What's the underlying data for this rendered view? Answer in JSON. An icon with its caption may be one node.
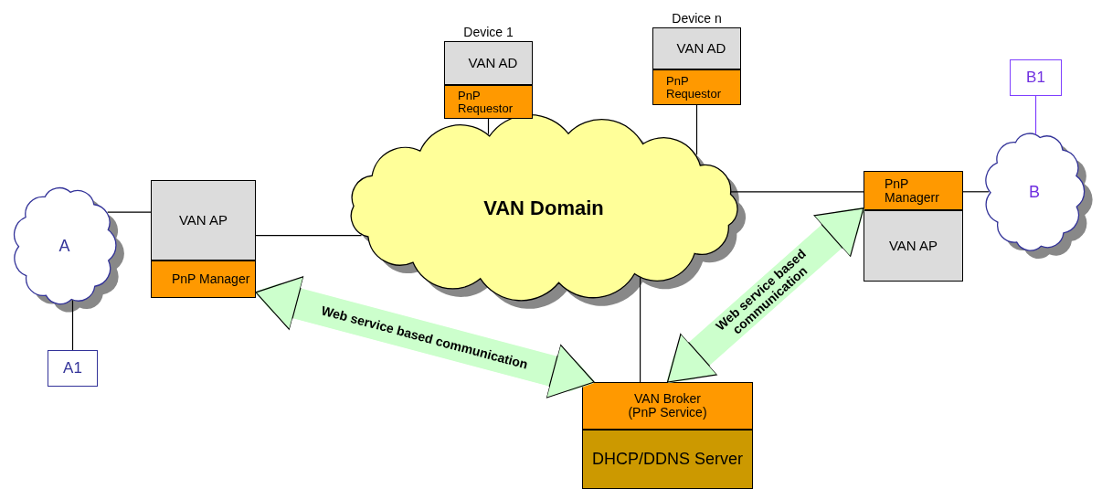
{
  "diagram": {
    "nodes": [
      {
        "text": [
          "A"
        ]
      },
      {
        "text": [
          "A1"
        ]
      },
      {
        "text": [
          "VAN AP"
        ]
      },
      {
        "text": [
          "PnP Manager"
        ]
      },
      {
        "text": [
          "VAN Domain"
        ]
      },
      {
        "text": [
          "VAN AD"
        ],
        "beside": [
          "Device 1"
        ]
      },
      {
        "text": [
          "PnP Requestor"
        ]
      },
      {
        "text": [
          "VAN AD"
        ],
        "beside": [
          "Device n"
        ]
      },
      {
        "text": [
          "PnP Requestor"
        ]
      },
      {
        "text": [
          "PnP Managerr"
        ]
      },
      {
        "text": [
          "VAN AP"
        ]
      },
      {
        "text": [
          "B"
        ]
      },
      {
        "text": [
          "B1"
        ]
      },
      {
        "text": [
          "VAN Broker",
          "(PnP Service)"
        ]
      },
      {
        "text": [
          "DHCP/DDNS Server"
        ]
      }
    ],
    "edges": [
      {
        "from": 1,
        "to": 0,
        "arrow": "none"
      },
      {
        "from": 0,
        "to": 2,
        "arrow": "none"
      },
      {
        "from": 2,
        "to": 4,
        "arrow": "none"
      },
      {
        "from": 6,
        "to": 4,
        "arrow": "none"
      },
      {
        "from": 8,
        "to": 4,
        "arrow": "none"
      },
      {
        "from": 4,
        "to": 9,
        "arrow": "none"
      },
      {
        "from": 9,
        "to": 11,
        "arrow": "none"
      },
      {
        "from": 12,
        "to": 11,
        "arrow": "none",
        "color": "#7f3fff"
      },
      {
        "from": 4,
        "to": 13,
        "arrow": "none"
      },
      {
        "from": 3,
        "to": 13,
        "arrow": "both",
        "label": "Web service based communication",
        "style": "thick",
        "color": "#ccffcc"
      },
      {
        "from": 9,
        "to": 13,
        "arrow": "both",
        "label": "Web service based communication",
        "style": "thick",
        "color": "#ccffcc"
      }
    ]
  }
}
